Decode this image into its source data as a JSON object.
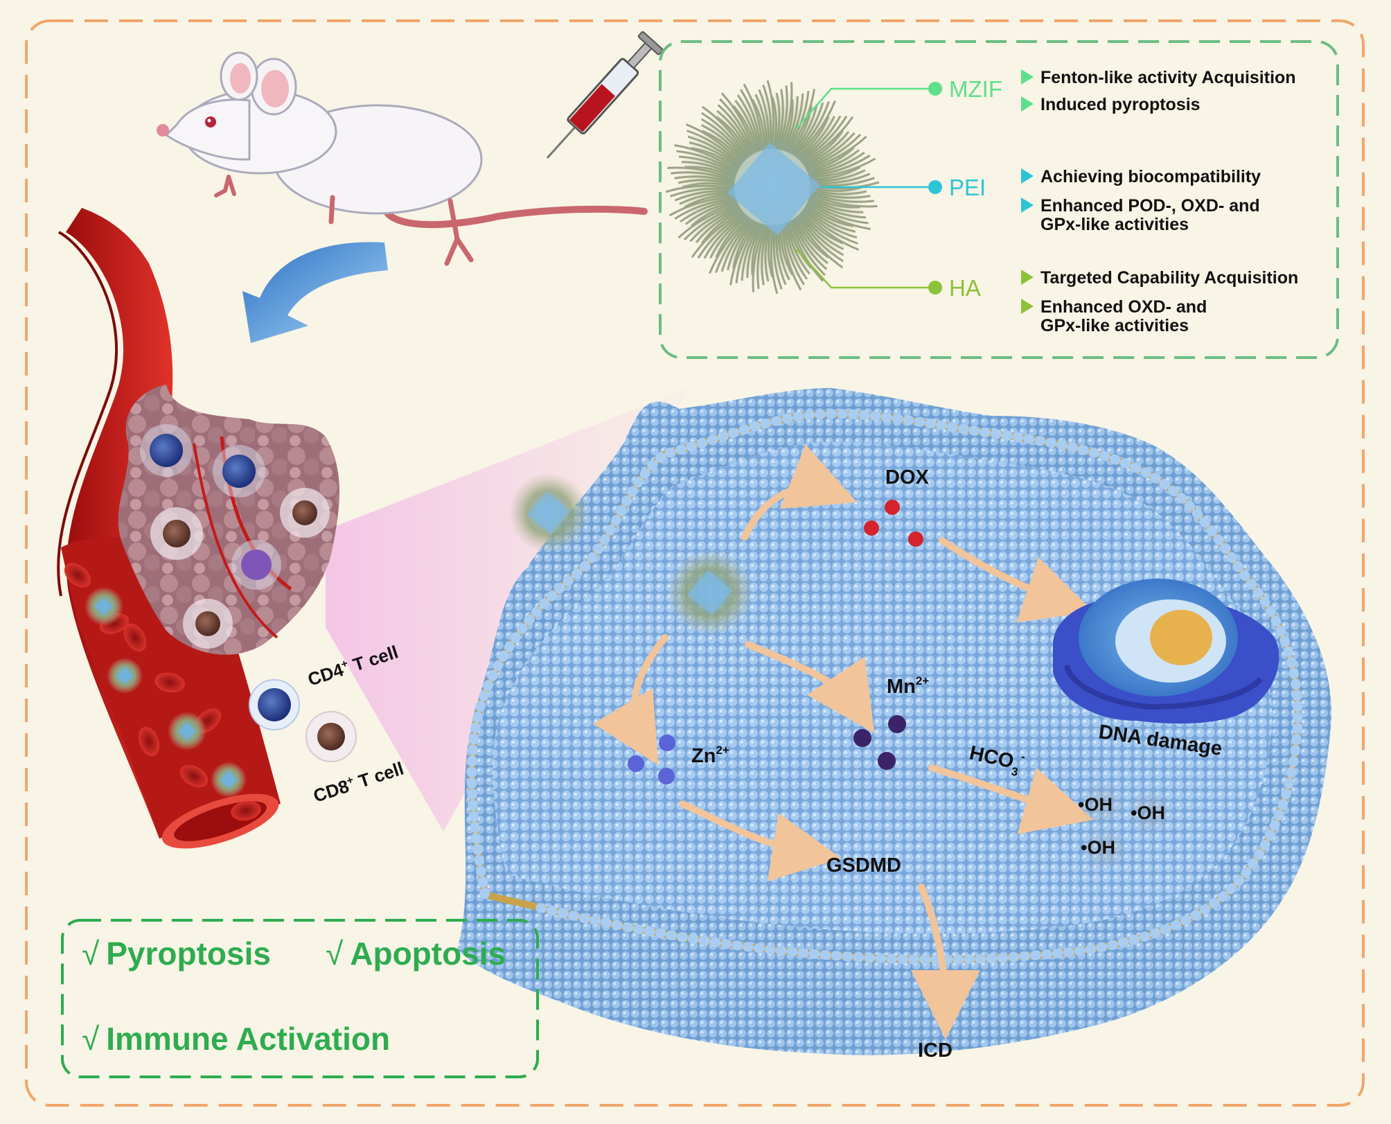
{
  "legend": {
    "items": [
      {
        "name": "MZIF",
        "color": "#5ee08a",
        "points": [
          "Fenton-like activity Acquisition",
          "Induced pyroptosis"
        ]
      },
      {
        "name": "PEI",
        "color": "#2cc5d6",
        "points": [
          "Achieving biocompatibility",
          "Enhanced POD-, OXD- and",
          "GPx-like activities"
        ]
      },
      {
        "name": "HA",
        "color": "#8bc23a",
        "points": [
          "Targeted Capability Acquisition",
          "Enhanced OXD- and",
          "GPx-like activities"
        ]
      }
    ]
  },
  "cells": {
    "cd4": {
      "prefix": "CD4",
      "sup": "+",
      "suffix": " T cell"
    },
    "cd8": {
      "prefix": "CD8",
      "sup": "+",
      "suffix": " T cell"
    }
  },
  "cell_labels": {
    "dox": "DOX",
    "mn": {
      "base": "Mn",
      "sup": "2+"
    },
    "zn": {
      "base": "Zn",
      "sup": "2+"
    },
    "hco3": {
      "base": "HCO",
      "sub": "3",
      "sup": "-"
    },
    "oh": [
      "•OH",
      "•OH",
      "•OH"
    ],
    "dna_damage": "DNA damage",
    "gsdmd": "GSDMD",
    "icd": "ICD"
  },
  "outcomes": {
    "check": "√",
    "items": [
      "Pyroptosis",
      "Apoptosis",
      "Immune Activation"
    ]
  },
  "colors": {
    "frame": "#f0a66a",
    "box": "#6bbd82",
    "outcome_text": "#2eac4f",
    "membrane": "#8db8e6",
    "vessel": "#cf1d1a",
    "arrow": "#f2c49a"
  },
  "icons": [
    "mouse",
    "syringe",
    "blue-curved-arrow",
    "blood-vessel",
    "tumor",
    "nanoparticle",
    "nucleus"
  ]
}
